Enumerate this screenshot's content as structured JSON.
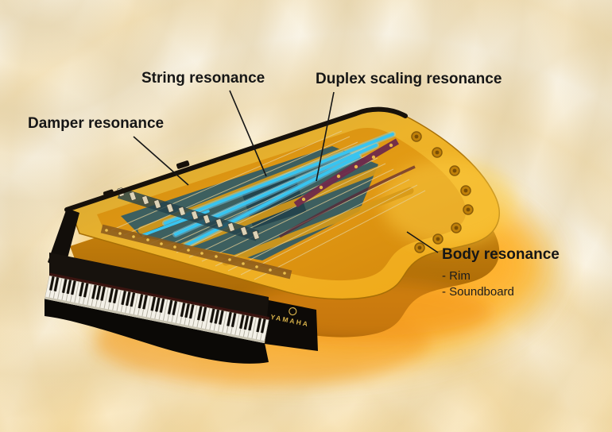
{
  "labels": {
    "damper": "Damper resonance",
    "string": "String resonance",
    "duplex": "Duplex scaling resonance",
    "body": "Body resonance",
    "body_sub": [
      "- Rim",
      "- Soundboard"
    ]
  },
  "brand": "YAMAHA",
  "colors": {
    "background_base": "#fdfbf4",
    "ripple_band": "#e2cfa6",
    "center_glow": "#ffc243",
    "body_gold": "#edb32a",
    "rim_lower": "#9a5c04",
    "soundboard_orange": "#e29a14",
    "plate_teal": "#2f5a66",
    "string_highlight_blue": "#38c4f0",
    "duplex_band_maroon": "#6f2a4b",
    "piano_black": "#0b0906",
    "brand_gold": "#d8b24a",
    "label_text": "#161616"
  }
}
